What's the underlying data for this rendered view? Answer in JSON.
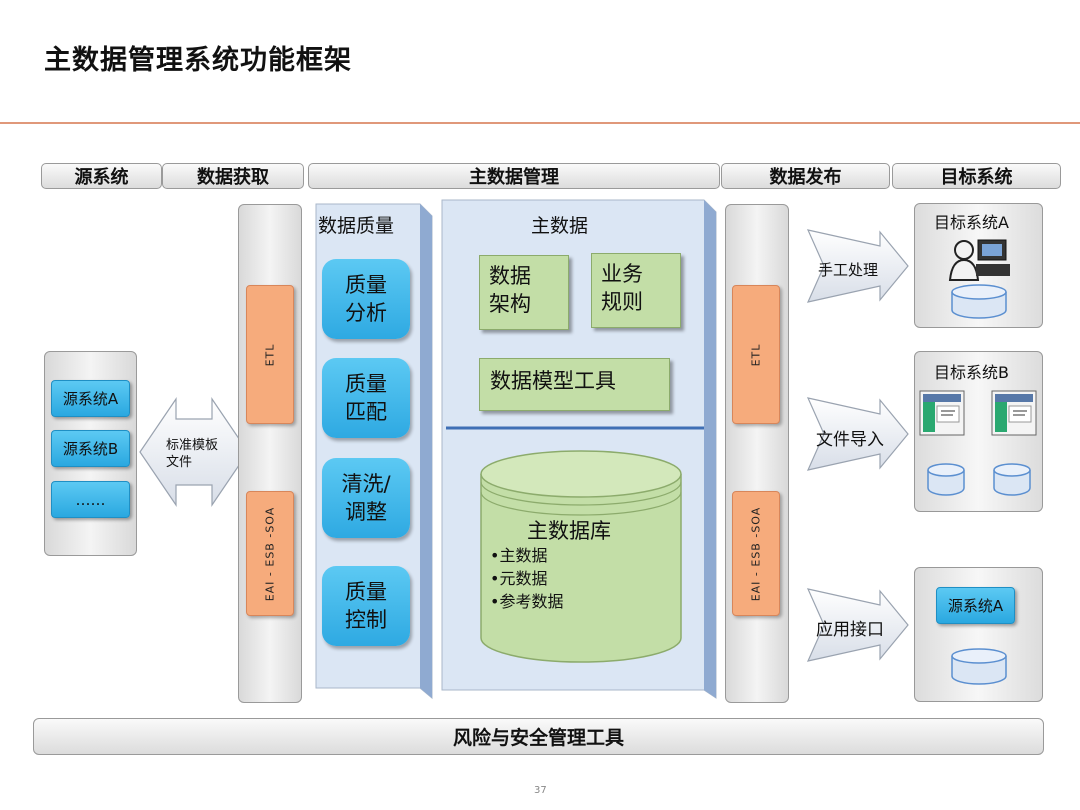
{
  "title": "主数据管理系统功能框架",
  "headers": [
    "源系统",
    "数据获取",
    "主数据管理",
    "数据发布",
    "目标系统"
  ],
  "source_systems": [
    "源系统A",
    "源系统B",
    "……"
  ],
  "standard_template": "标准模板文件",
  "etl": "ETL",
  "eai": "EAI - ESB -SOA",
  "data_quality": {
    "title": "数据质量",
    "items": [
      "质量\n分析",
      "质量\n匹配",
      "清洗/\n调整",
      "质量\n控制"
    ]
  },
  "master_data": {
    "title": "主数据",
    "architecture": "数据\n架构",
    "business_rules": "业务\n规则",
    "model_tool": "数据模型工具",
    "db_title": "主数据库",
    "db_items": [
      "•主数据",
      "•元数据",
      "•参考数据"
    ]
  },
  "publish_methods": [
    "手工处理",
    "文件导入",
    "应用接口"
  ],
  "targets": [
    "目标系统A",
    "目标系统B",
    "源系统A"
  ],
  "footer_bar": "风险与安全管理工具",
  "page_number": "37",
  "colors": {
    "accent_rule": "#e0987a",
    "blue": "#2aa8e0",
    "orange": "#f6ab7c",
    "green": "#c3dea7",
    "light_blue_panel": "#dbe6f4"
  }
}
